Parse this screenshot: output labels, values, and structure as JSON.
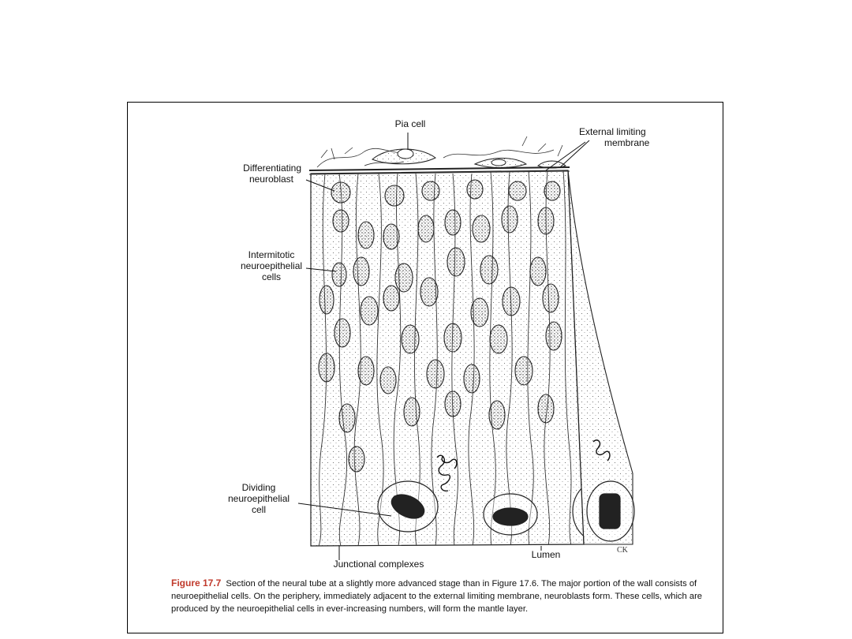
{
  "labels": {
    "pia_cell": "Pia cell",
    "external_limiting_membrane_1": "External limiting",
    "external_limiting_membrane_2": "membrane",
    "differentiating_neuroblast_1": "Differentiating",
    "differentiating_neuroblast_2": "neuroblast",
    "intermitotic_1": "Intermitotic",
    "intermitotic_2": "neuroepithelial",
    "intermitotic_3": "cells",
    "dividing_1": "Dividing",
    "dividing_2": "neuroepithelial",
    "dividing_3": "cell",
    "junctional_complexes": "Junctional complexes",
    "lumen": "Lumen",
    "signature": "CK"
  },
  "caption": {
    "figure_label": "Figure 17.7",
    "text": "Section of the neural tube at a slightly more advanced stage than in Figure 17.6. The major portion of the wall consists of neuroepithelial cells. On the periphery, immediately adjacent to the external limiting membrane, neuroblasts form. These cells, which are produced by the neuroepithelial cells in ever-increasing numbers, will form the mantle layer."
  },
  "colors": {
    "figure_label": "#c0392b",
    "ink": "#111111"
  }
}
